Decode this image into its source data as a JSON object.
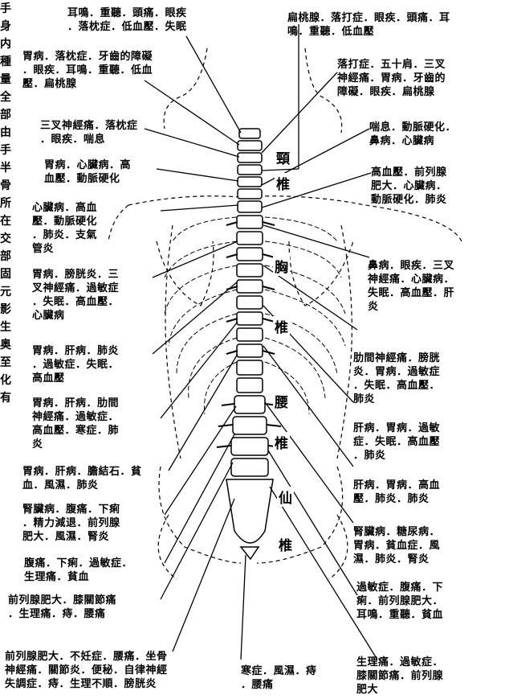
{
  "side_text": "手身内種量全部由手半骨所在交部 固元影生 奥 至 化 有",
  "regions": {
    "cervical_1": "頸",
    "cervical_2": "椎",
    "thoracic_1": "胸",
    "thoracic_2": "椎",
    "lumbar_1": "腰",
    "lumbar_2": "椎",
    "sacral_1": "仙",
    "sacral_2": "椎"
  },
  "left_labels": [
    "耳鳴．重聽．頭痛．眼疾\n．落枕症．低血壓．失眠",
    "胃病．落枕症．牙齒的障礙\n．眼疾．耳鳴．重聽．低血\n壓．扁桃腺",
    "三叉神經痛．落枕症\n．眼疾．喘息",
    "胃病．心臟病．高\n血壓．動脈硬化",
    "心臟病．高血\n壓．動脈硬化\n．肺炎．支氣\n管炎",
    "胃病．膀胱炎．三\n叉神經痛．過敏症\n．失眠．高血壓．\n心臟病",
    "胃病．肝病．肺炎\n．過敏症．失眠．\n高血壓",
    "胃病．肝病．肋間\n神經痛．過敏症．\n高血壓．寒症．肺\n炎",
    "胃病．肝病．膽結石．貧\n血．風濕．肺炎",
    "腎臟病．腹痛．下痢\n．精力減退．前列腺\n肥大．風濕．腎炎",
    "腹痛．下痢．過敏症．\n生理痛．貧血",
    "前列腺肥大．膝關節痛\n．生理痛．痔．腰痛",
    "前列腺肥大．不妊症．腰痛．坐骨\n神經痛．關節炎．便秘．自律神經\n失調症．痔．生理不順．膀胱炎"
  ],
  "right_labels": [
    "扁桃腺．落打症．眼疾．頭痛．耳\n鳴．重聽．低血壓",
    "落打症．五十肩．三叉\n神經痛．胃病．牙齒的\n障礙．眼疾．扁桃腺",
    "喘息．動脈硬化．\n鼻病．心臟病",
    "高血壓．前列腺\n肥大．心臟病．\n動脈硬化．肺炎",
    "鼻病．眼疾．三叉\n神經痛．心臟病．\n失眠．高血壓．肝\n炎",
    "肋間神經痛．膀胱\n炎．胃病．過敏症\n．失眠．高血壓．\n肺炎",
    "肝病．胃病．過敏\n症．失眠．高血壓\n．肺炎",
    "肝病．胃病．高血\n壓．肺炎．肺炎",
    "腎臟病．糖尿病．\n胃病．貧血症．風\n濕．肺炎．腎炎",
    "過敏症．腹痛．下\n痢．前列腺肥大．\n耳鳴．重聽．貧血",
    "生理痛．過敏症．\n膝關節痛．前列腺\n肥大"
  ],
  "bottom_center_label": "寒症．風濕．痔\n．腰痛"
}
